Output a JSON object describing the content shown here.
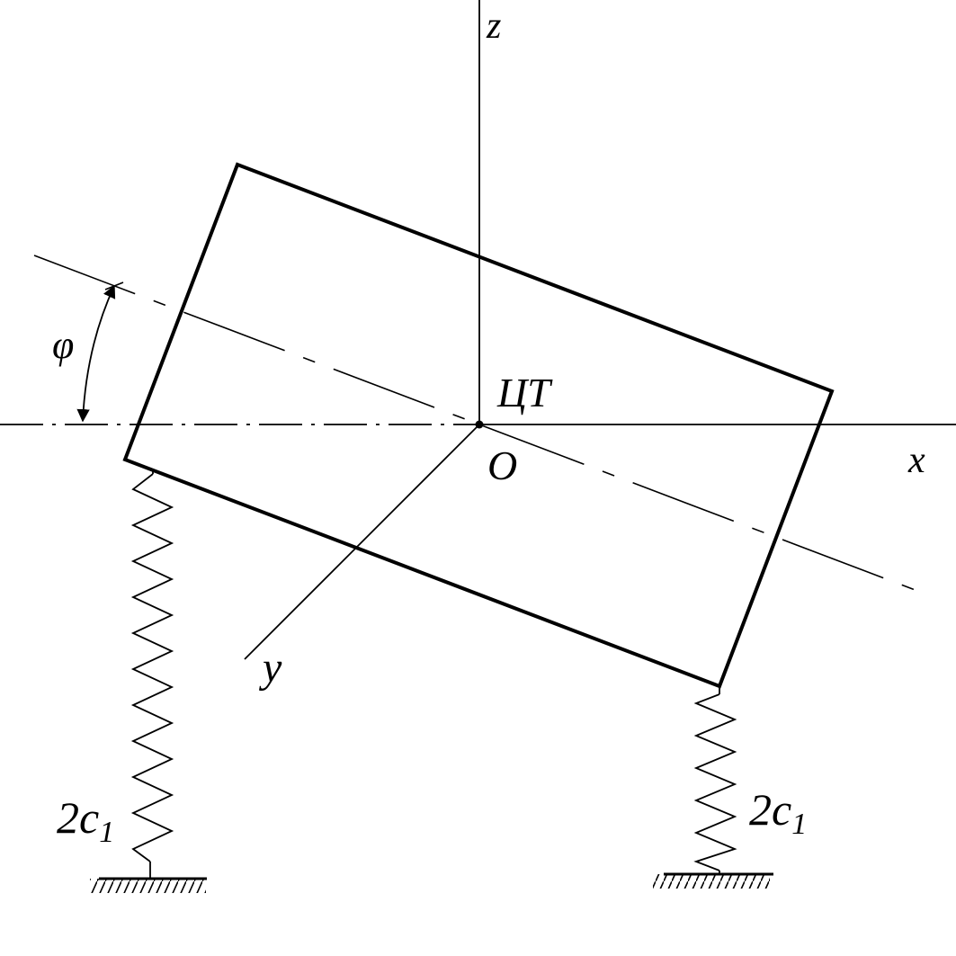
{
  "labels": {
    "z_axis": "z",
    "x_axis": "x",
    "y_axis": "y",
    "center_of_gravity": "ЦТ",
    "origin": "O",
    "angle": "φ",
    "spring_left_coef": "2c",
    "spring_left_sub": "1",
    "spring_right_coef": "2c",
    "spring_right_sub": "1"
  },
  "colors": {
    "stroke": "#000000",
    "background": "#ffffff"
  }
}
